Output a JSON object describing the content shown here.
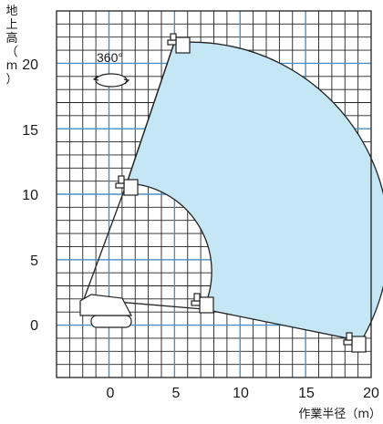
{
  "chart_data": {
    "type": "diagram",
    "title": "",
    "xlabel": "作業半径（m）",
    "ylabel": "地上高（m）",
    "x_ticks": [
      0,
      5,
      10,
      15,
      20
    ],
    "y_ticks": [
      0,
      5,
      10,
      15,
      20
    ],
    "xlim": [
      -4.0,
      20.0
    ],
    "ylim": [
      -4.0,
      24.0
    ],
    "grid": true,
    "rotation_label": "360°",
    "working_range": {
      "description": "boom platform working envelope",
      "outline_points": [
        {
          "x": 4.9,
          "y": 21.3
        },
        {
          "x": 1.0,
          "y": 10.9
        },
        {
          "x": 6.7,
          "y": 1.8
        },
        {
          "x": 18.3,
          "y": -1.6
        }
      ]
    },
    "colors": {
      "grid_minor": "#222222",
      "grid_major": "#4a90c8",
      "fill": "#c5e6f5",
      "outline": "#222222",
      "background": "#ffffff"
    }
  }
}
